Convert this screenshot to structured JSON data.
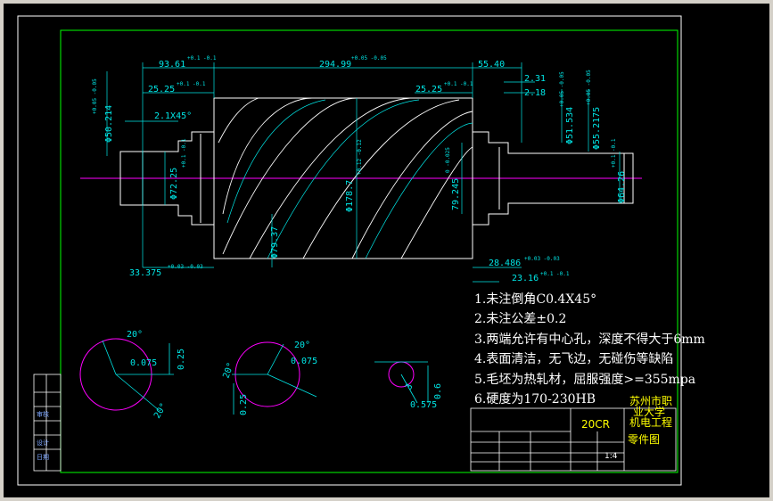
{
  "colors": {
    "background": "#000000",
    "border": "#ffffff",
    "inner_border": "#00ff00",
    "dimension": "#00e6e6",
    "centerline": "#ff00ff",
    "outline": "#ffffff",
    "title_text": "#ffff00"
  },
  "dimensions": {
    "d1": "93.61",
    "d1_tol": "+0.1 -0.1",
    "d2": "294.99",
    "d2_tol": "+0.05 -0.05",
    "d3": "55.40",
    "d4": "25.25",
    "d4_tol": "+0.1 -0.1",
    "d5": "25.25",
    "d5_tol": "+0.1 -0.1",
    "d6": "2.31",
    "d7": "2.18",
    "d8": "2.1X45°",
    "d9": "Φ50.214",
    "d9_tol": "+0.05 -0.05",
    "d10": "Φ72.25",
    "d10_tol": "+0.1 -0.1",
    "d11": "Φ178.7",
    "d11_tol": "+0.12 -0.12",
    "d12": "Φ79.37",
    "d13": "33.375",
    "d13_tol": "+0.03 -0.03",
    "d14": "79.245",
    "d14_tol": "0 -0.025",
    "d15": "Φ51.534",
    "d15_tol": "+0.05 -0.05",
    "d16": "Φ55.2175",
    "d16_tol": "+0.05 -0.05",
    "d17": "Φ64.26",
    "d17_tol": "+0.1 -0.1",
    "d18": "28.486",
    "d18_tol": "+0.03 -0.03",
    "d19": "23.16",
    "d19_tol": "+0.1 -0.1"
  },
  "sections": {
    "s1_angle_top": "20°",
    "s1_radius": "0.075",
    "s1_height": "0.25",
    "s1_angle_bottom": "20°",
    "s2_angle_top": "20°",
    "s2_angle_left": "20°",
    "s2_radius": "0.075",
    "s2_height": "0.25",
    "s3_dim_a": "3",
    "s3_dim_b": "0.6",
    "s3_dim_c": "0.575"
  },
  "notes": [
    "1.未注倒角C0.4X45°",
    "2.未注公差±0.2",
    "3.两端允许有中心孔，深度不得大于6mm",
    "4.表面清洁，无飞边，无碰伤等缺陷",
    "5.毛坯为热轧材，屈服强度>=355mpa",
    "6.硬度为170-230HB"
  ],
  "title_block": {
    "material": "20CR",
    "school_line1": "苏州市职",
    "school_line2": "业大学",
    "school_line3": "机电工程",
    "drawing_name": "零件图",
    "scale": "1:4",
    "left_labels": [
      "审核",
      "设计",
      "日期"
    ]
  }
}
